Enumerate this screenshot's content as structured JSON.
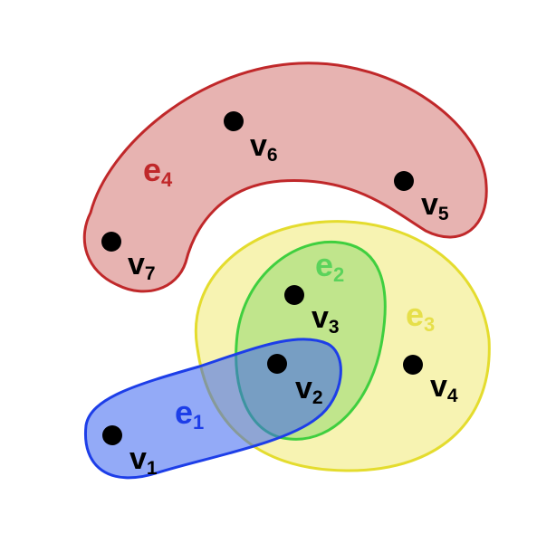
{
  "hypergraph": {
    "vertices": [
      {
        "id": "v1",
        "name": "v",
        "sub": "1"
      },
      {
        "id": "v2",
        "name": "v",
        "sub": "2"
      },
      {
        "id": "v3",
        "name": "v",
        "sub": "3"
      },
      {
        "id": "v4",
        "name": "v",
        "sub": "4"
      },
      {
        "id": "v5",
        "name": "v",
        "sub": "5"
      },
      {
        "id": "v6",
        "name": "v",
        "sub": "6"
      },
      {
        "id": "v7",
        "name": "v",
        "sub": "7"
      }
    ],
    "hyperedges": [
      {
        "id": "e4",
        "name": "e",
        "sub": "4",
        "members": [
          "v5",
          "v6",
          "v7"
        ],
        "stroke": "#c0282a",
        "fill": "#e7b3b1",
        "label_color": "#c0282a"
      },
      {
        "id": "e3",
        "name": "e",
        "sub": "3",
        "members": [
          "v2",
          "v3",
          "v4"
        ],
        "stroke": "#e4dc2e",
        "fill": "#f7f3b2",
        "label_color": "#e6df4a"
      },
      {
        "id": "e2",
        "name": "e",
        "sub": "2",
        "members": [
          "v2",
          "v3"
        ],
        "stroke": "#3fcf3f",
        "fill": "#c0e58c",
        "label_color": "#5bd35b"
      },
      {
        "id": "e1",
        "name": "e",
        "sub": "1",
        "members": [
          "v1",
          "v2"
        ],
        "stroke": "#1d3ee8",
        "fill": "rgba(58,100,240,0.55)",
        "label_color": "#1d3ee8"
      }
    ]
  }
}
